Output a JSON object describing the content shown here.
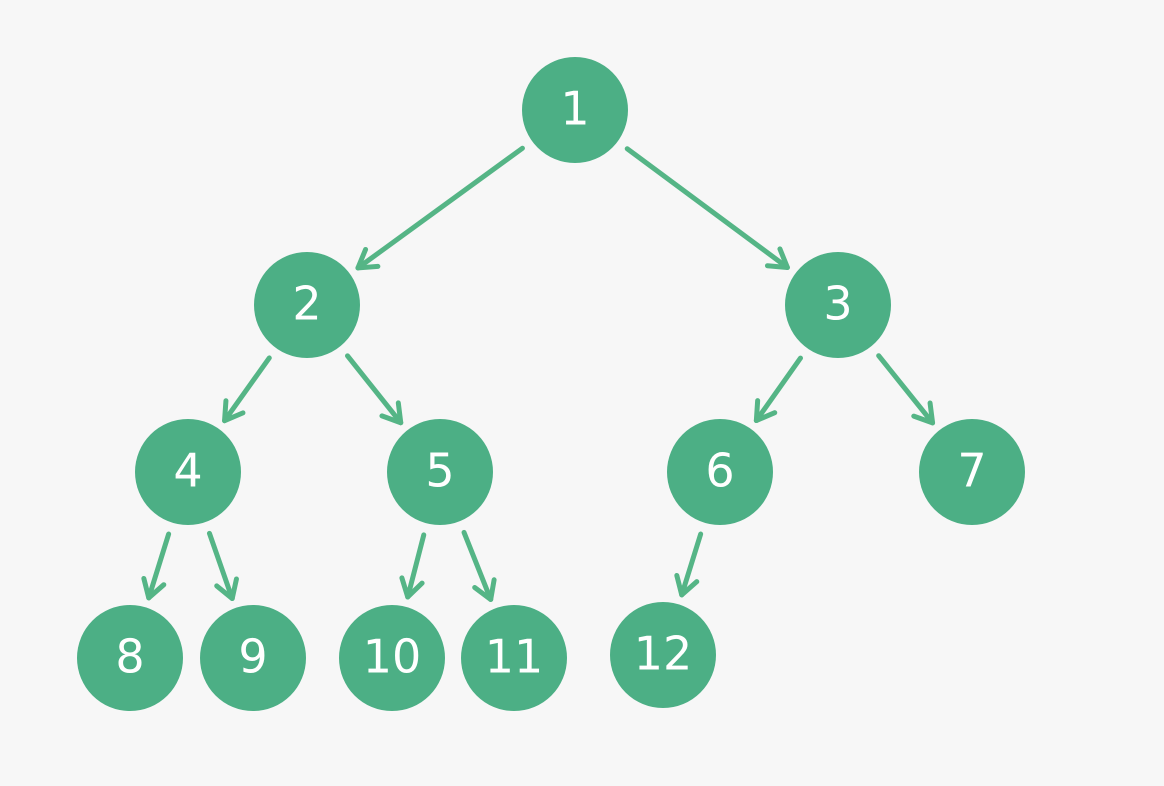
{
  "colors": {
    "background": "#f7f7f7",
    "node_fill": "#4caf85",
    "edge": "#55b586",
    "label": "#ffffff"
  },
  "nodes": [
    {
      "id": "1",
      "label": "1"
    },
    {
      "id": "2",
      "label": "2"
    },
    {
      "id": "3",
      "label": "3"
    },
    {
      "id": "4",
      "label": "4"
    },
    {
      "id": "5",
      "label": "5"
    },
    {
      "id": "6",
      "label": "6"
    },
    {
      "id": "7",
      "label": "7"
    },
    {
      "id": "8",
      "label": "8"
    },
    {
      "id": "9",
      "label": "9"
    },
    {
      "id": "10",
      "label": "10"
    },
    {
      "id": "11",
      "label": "11"
    },
    {
      "id": "12",
      "label": "12"
    }
  ],
  "edges": [
    {
      "from": "1",
      "to": "2"
    },
    {
      "from": "1",
      "to": "3"
    },
    {
      "from": "2",
      "to": "4"
    },
    {
      "from": "2",
      "to": "5"
    },
    {
      "from": "3",
      "to": "6"
    },
    {
      "from": "3",
      "to": "7"
    },
    {
      "from": "4",
      "to": "8"
    },
    {
      "from": "4",
      "to": "9"
    },
    {
      "from": "5",
      "to": "10"
    },
    {
      "from": "5",
      "to": "11"
    },
    {
      "from": "6",
      "to": "12"
    }
  ]
}
